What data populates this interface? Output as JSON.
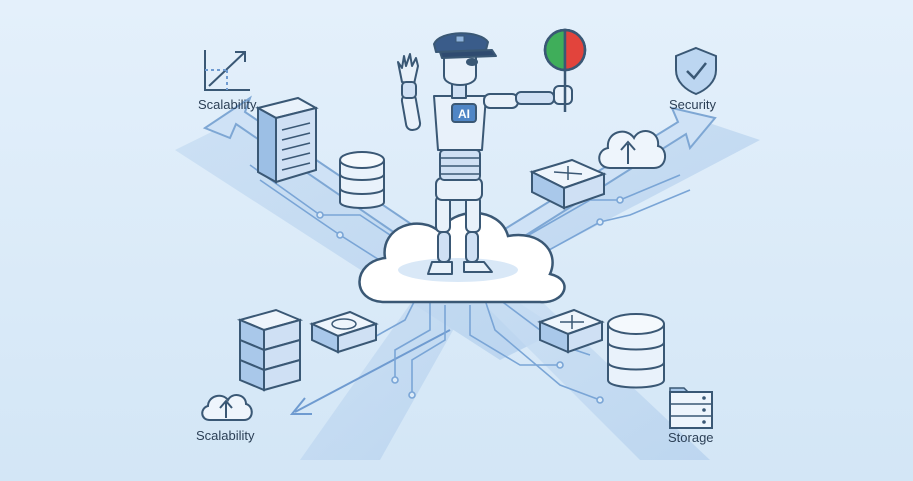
{
  "labels": {
    "top_left": "Scalability",
    "top_right": "Security",
    "bottom_left": "Scalability",
    "bottom_right": "Storage"
  },
  "robot": {
    "badge": "AI"
  },
  "icons": {
    "top_left": "growth-chart-icon",
    "top_right": "shield-check-icon",
    "bottom_left": "cloud-upload-icon",
    "bottom_right": "storage-rack-icon"
  },
  "colors": {
    "background": "#dcebf8",
    "outline": "#3a5875",
    "accent_blue": "#4f86c6",
    "stop_red": "#e2443c",
    "go_green": "#3fae5a"
  }
}
